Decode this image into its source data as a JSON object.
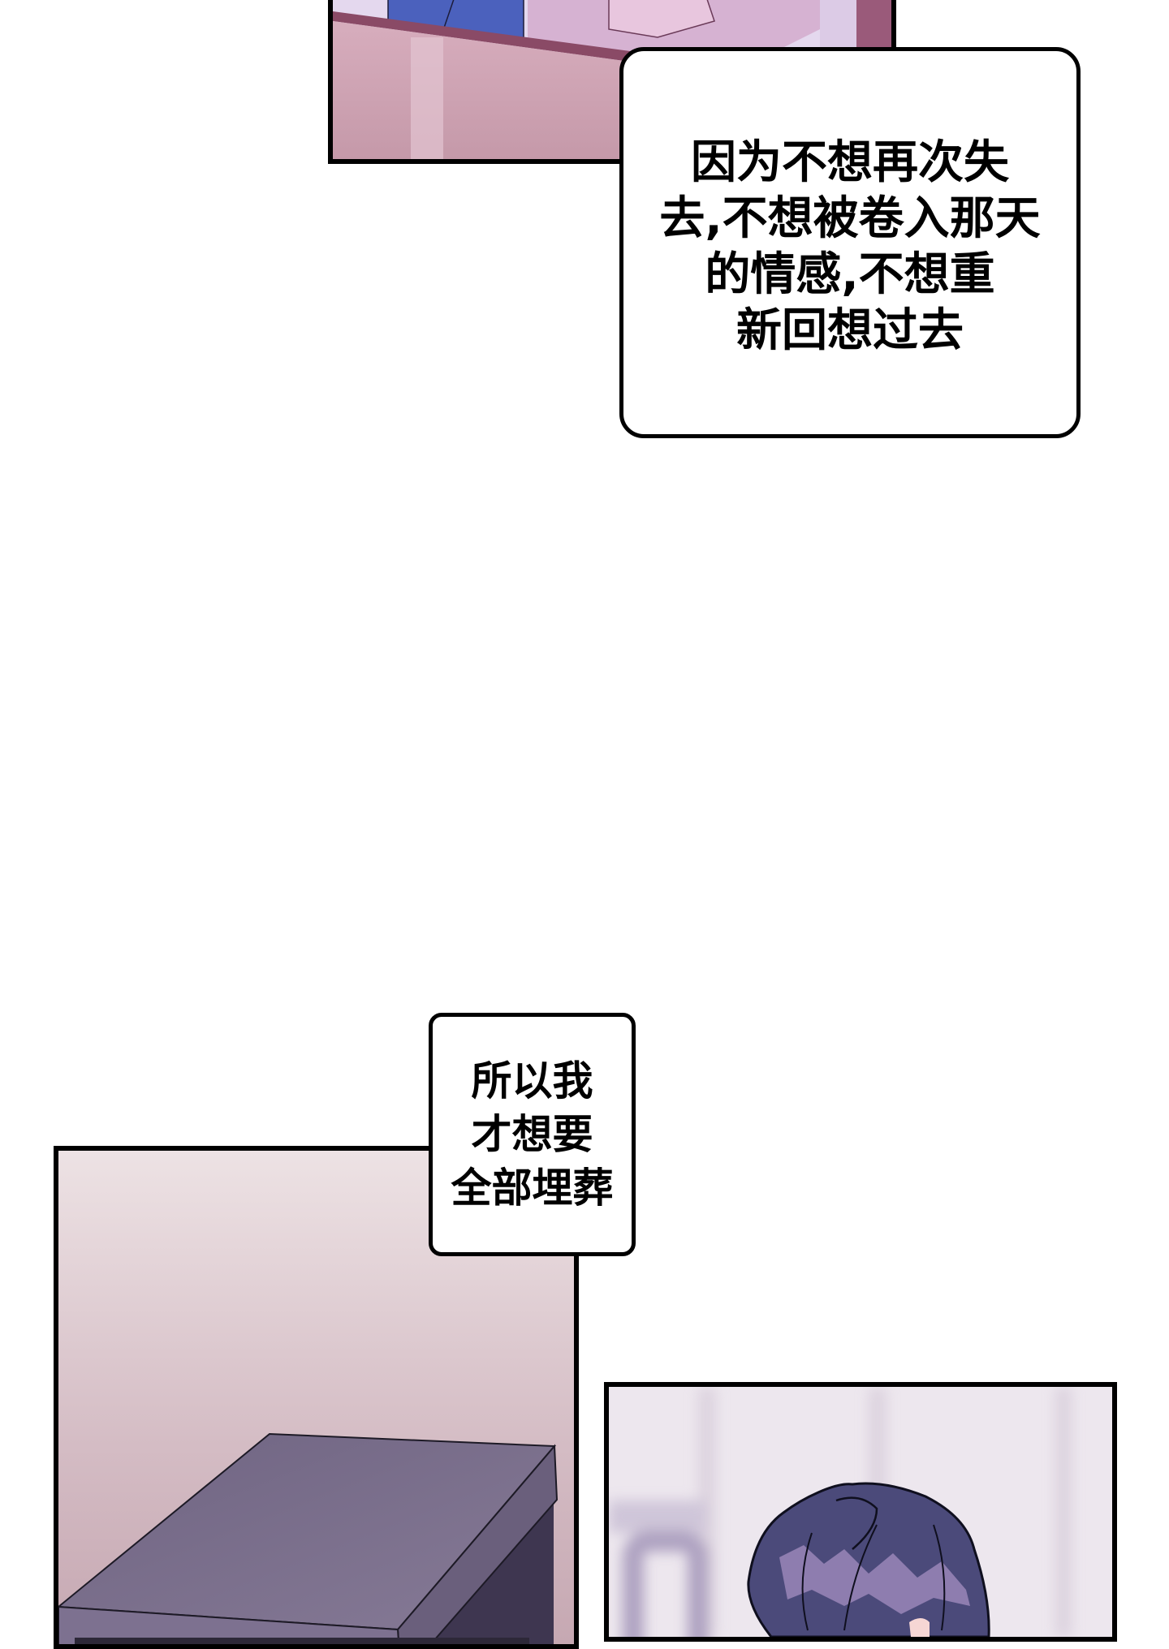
{
  "panels": [
    {
      "id": "panel-1",
      "scene": "pink room with a blue object on a ledge",
      "colors": {
        "wall": "#c99fae",
        "ledge": "#8a4a66",
        "blue": "#4a5fb8",
        "cloth": "#d8b4d4",
        "bg": "#e3d6ee"
      }
    },
    {
      "id": "panel-2",
      "scene": "grey-purple box on a pink background",
      "colors": {
        "bg_top": "#ece0e2",
        "bg_bottom": "#c9aab4",
        "box_top": "#7a6e8c",
        "box_side": "#5e5470"
      }
    },
    {
      "id": "panel-3",
      "scene": "dark purple-haired character seen from above",
      "colors": {
        "bg": "#ece6ed",
        "hair": "#4b4a78",
        "hair_highlight": "#9a86b8",
        "skin": "#f7d6d4"
      }
    }
  ],
  "bubbles": [
    {
      "id": "bubble-1",
      "lines": [
        "因为不想再次失",
        "去,不想被卷入那天",
        "的情感,不想重",
        "新回想过去"
      ]
    },
    {
      "id": "bubble-2",
      "lines": [
        "所以我",
        "才想要",
        "全部埋葬"
      ]
    }
  ]
}
